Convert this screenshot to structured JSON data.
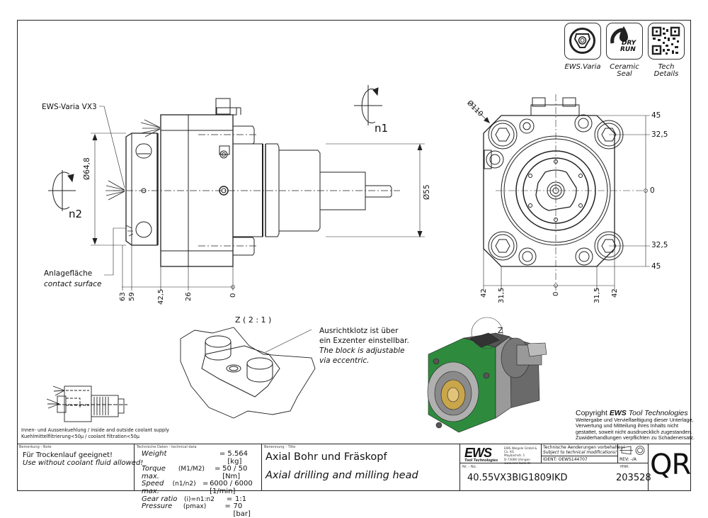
{
  "labels": {
    "ews_varia_vx3": "EWS-Varia VX3",
    "diameter_648": "Ø64,8",
    "diameter_55": "Ø55",
    "diameter_110": "Ø110",
    "n1": "n1",
    "n2": "n2",
    "contact_surface_de": "Anlagefläche",
    "contact_surface_en": "contact surface",
    "detail_z_title": "Z ( 2 : 1 )",
    "detail_z_marker": "Z",
    "block_note_de_1": "Ausrichtklotz ist über",
    "block_note_de_2": "ein Exzenter einstellbar.",
    "block_note_en_1": "The block is adjustable",
    "block_note_en_2": "via eccentric.",
    "coolant_1": "Innen- und Aussenkuehlung / inside and outside coolant supply",
    "coolant_2": "Kuehlmittelfiltrierung<50μ / coolant filtration<50μ"
  },
  "side_dimensions": [
    "63",
    "59",
    "42,5",
    "26",
    "0"
  ],
  "front_dimensions_right": [
    "45",
    "32,5",
    "0",
    "32,5",
    "45"
  ],
  "front_dimensions_bottom": [
    "42",
    "31,5",
    "0",
    "31,5",
    "42"
  ],
  "badges": [
    {
      "name": "ews-varia",
      "label": "EWS.Varia"
    },
    {
      "name": "ceramic-seal",
      "label_1": "Ceramic",
      "label_2": "Seal",
      "icon_text_1": "DRY",
      "icon_text_2": "RUN"
    },
    {
      "name": "tech-details",
      "label_1": "Tech",
      "label_2": "Details"
    }
  ],
  "copyright": {
    "prefix": "Copyright ",
    "brand": "EWS",
    "suffix": " Tool Technologies",
    "lines": [
      "Weitergabe und Vervielfaeltigung dieser Unterlage,",
      "Verwertung und Mitteilung ihres Inhalts nicht",
      "gestattet, soweit nicht ausdruecklich zugestanden.",
      "Zuwiderhandlungen verpflichten zu Schadenersatz."
    ]
  },
  "title_block": {
    "note_caption": "Bemerkung - Note",
    "note_de": "Für Trockenlauf geeignet!",
    "note_en": "Use without coolant fluid allowed!",
    "tech_caption": "Technische Daten - technical data",
    "tech_rows": [
      {
        "key": "Weight",
        "param": "",
        "value": "5.564 [kg]"
      },
      {
        "key": "Torque max.",
        "param": "(M1/M2)",
        "value": "50 / 50 [Nm]"
      },
      {
        "key": "Speed max.",
        "param": "(n1/n2)",
        "value": "6000 / 6000 [1/min]"
      },
      {
        "key": "Gear ratio",
        "param": "(i)=n1:n2",
        "value": "1:1"
      },
      {
        "key": "Pressure",
        "param": "(pmax)",
        "value": "70 [bar]"
      }
    ],
    "title_caption": "Benennung - Title",
    "title_de": "Axial Bohr und Fräskopf",
    "title_en": "Axial drilling and milling head",
    "logo_main": "EWS",
    "logo_sub": "Tool Technologies",
    "address": [
      "EWS Weigele GmbH & Co. KG",
      "Maybachstr. 1",
      "D-73066 Uhingen",
      "www.ews-tools.de"
    ],
    "changes_de": "Technische Aenderungen vorbehalten!",
    "changes_en": "Subject to technical modifications!",
    "ident_label": "IDENT:",
    "ident_value": "OEWS144707",
    "rev_label": "REV:",
    "rev_value": "-/A",
    "nr_caption": "Nr. - No.",
    "part_number": "40.55VX3BIG1809IKD",
    "mnr_caption": "MNR.",
    "mnr_value": "203528",
    "qr_label": "QR"
  },
  "colors": {
    "line": "#222222",
    "housing_green": "#2e8b3e",
    "housing_grey": "#6e6e6e",
    "steel": "#b8b8b8",
    "brass": "#c9a64a"
  }
}
